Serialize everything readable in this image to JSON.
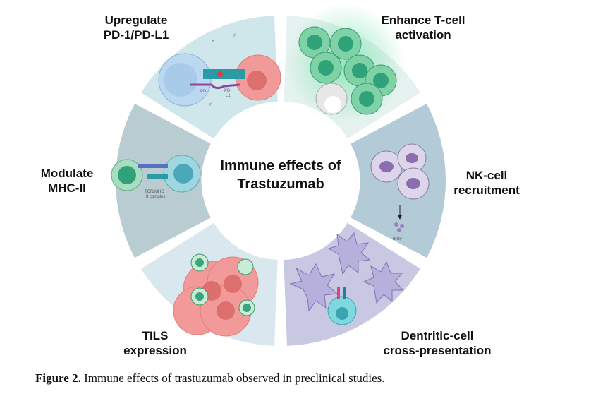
{
  "center_title": "Immune effects of\nTrastuzumab",
  "segments": [
    {
      "label": "Upregulate\nPD-1/PD-L1",
      "color": "#cfe6ea",
      "small_labels": [
        "PD-1",
        "PD-\nL1"
      ]
    },
    {
      "label": "Enhance T-cell\nactivation",
      "color": "#e6f2ef"
    },
    {
      "label": "NK-cell\nrecruitment",
      "color": "#b3cad7",
      "small_labels": [
        "IFNγ"
      ]
    },
    {
      "label": "Dentritic-cell\ncross-presentation",
      "color": "#c9c8e2"
    },
    {
      "label": "TILS\nexpression",
      "color": "#d8e8ee"
    },
    {
      "label": "Modulate\nMHC-II",
      "color": "#b8ccd1",
      "small_labels": [
        "TCR/MHC\nII complex"
      ]
    }
  ],
  "caption": {
    "prefix": "Figure 2.",
    "text": " Immune effects of trastuzumab observed in preclinical studies."
  }
}
